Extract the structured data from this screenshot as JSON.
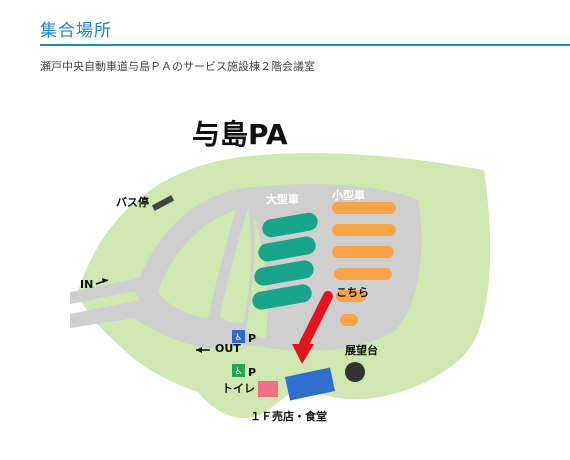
{
  "section": {
    "heading": "集合場所",
    "description": "瀬戸中央自動車道与島ＰＡのサービス施設棟２階会議室"
  },
  "map": {
    "title": "与島PA",
    "labels": {
      "large_car": "大型車",
      "small_car": "小型車",
      "bus_stop": "バス停",
      "entrance": "IN",
      "exit": "OUT",
      "here": "こちら",
      "observation_deck": "展望台",
      "toilet": "トイレ",
      "shop_restaurant": "１Ｆ売店・食堂",
      "parking_accessible": "P",
      "parking_family": "P"
    },
    "colors": {
      "land": "#cfe7b1",
      "road": "#cfcfcf",
      "large_car_stall": "#18a58b",
      "small_car_stall": "#f6a34a",
      "arrow": "#e0141e",
      "building": "#2f6fd0",
      "toilet": "#ec6f83",
      "observation": "#333333",
      "accessible_sign": "#2f68c6",
      "family_sign": "#27a157"
    }
  }
}
